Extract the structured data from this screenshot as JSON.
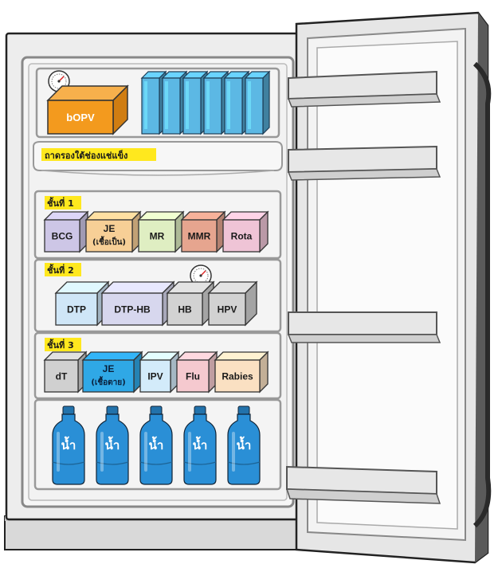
{
  "freezer": {
    "bopv_label": "bOPV",
    "ice_pack_count": 6,
    "shelf_label": "ถาดรองใต้ช่องแช่แข็ง"
  },
  "shelves": [
    {
      "label": "ชั้นที่ 1",
      "items": [
        {
          "id": "bcg",
          "lines": [
            "BCG"
          ],
          "color": "#cdc6e6"
        },
        {
          "id": "je-live",
          "lines": [
            "JE",
            "(เชื้อเป็น)"
          ],
          "color": "#f7cf96"
        },
        {
          "id": "mr",
          "lines": [
            "MR"
          ],
          "color": "#dfeec2"
        },
        {
          "id": "mmr",
          "lines": [
            "MMR"
          ],
          "color": "#e6a58f"
        },
        {
          "id": "rota",
          "lines": [
            "Rota"
          ],
          "color": "#efc4d6"
        }
      ]
    },
    {
      "label": "ชั้นที่ 2",
      "items": [
        {
          "id": "dtp",
          "lines": [
            "DTP"
          ],
          "color": "#cfe6f7"
        },
        {
          "id": "dtp-hb",
          "lines": [
            "DTP-HB"
          ],
          "color": "#d7d7ee"
        },
        {
          "id": "hb",
          "lines": [
            "HB"
          ],
          "color": "#d2d2d2"
        },
        {
          "id": "hpv",
          "lines": [
            "HPV"
          ],
          "color": "#d2d2d2"
        }
      ]
    },
    {
      "label": "ชั้นที่ 3",
      "items": [
        {
          "id": "dt",
          "lines": [
            "dT"
          ],
          "color": "#d0d0d0"
        },
        {
          "id": "je-killed",
          "lines": [
            "JE",
            "(เชื้อตาย)"
          ],
          "color": "#2fa8e6"
        },
        {
          "id": "ipv",
          "lines": [
            "IPV"
          ],
          "color": "#d3ebfa"
        },
        {
          "id": "flu",
          "lines": [
            "Flu"
          ],
          "color": "#f5c9cf"
        },
        {
          "id": "rabies",
          "lines": [
            "Rabies"
          ],
          "color": "#fae0c2"
        }
      ]
    }
  ],
  "water": {
    "label": "น้ำ",
    "bottle_count": 5
  },
  "colors": {
    "label_bg": "#ffe81e",
    "bopv": "#f39a1e",
    "ice_pack": "#5cb8e4",
    "water": "#2a8fd6",
    "fridge_body": "#ececec",
    "fridge_outline": "#222222"
  },
  "icons": [
    "thermometer-icon",
    "thermometer-icon"
  ]
}
